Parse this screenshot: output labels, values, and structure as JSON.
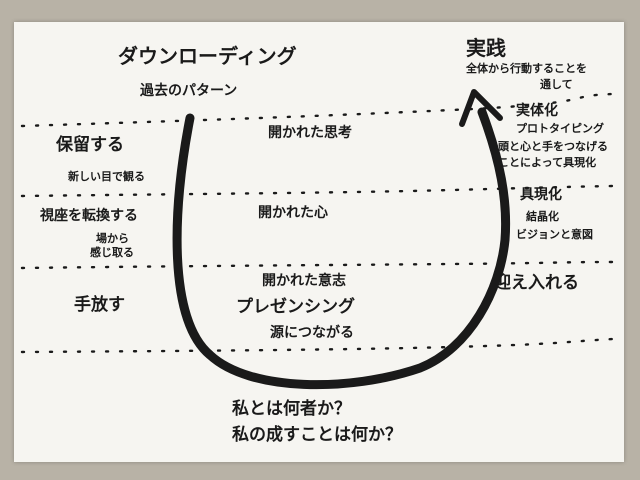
{
  "top_left": {
    "title": "ダウンローディング",
    "subtitle": "過去のパターン"
  },
  "top_right": {
    "title": "実践",
    "subtitle_line1": "全体から行動することを",
    "subtitle_line2": "通して"
  },
  "left_steps": [
    {
      "main": "保留する",
      "sub1": "新しい目で観る",
      "sub2": ""
    },
    {
      "main": "視座を転換する",
      "sub1": "場から",
      "sub2": "感じ取る"
    },
    {
      "main": "手放す",
      "sub1": "",
      "sub2": ""
    }
  ],
  "center_levels": [
    {
      "line1": "開かれた思考",
      "line2": "",
      "line3": ""
    },
    {
      "line1": "開かれた心",
      "line2": "",
      "line3": ""
    },
    {
      "line1": "開かれた意志",
      "line2": "プレゼンシング",
      "line3": "源につながる"
    }
  ],
  "right_steps": [
    {
      "main": "実体化",
      "sub1": "プロトタイピング",
      "sub2": "頭と心と手をつなげる",
      "sub3": "ことによって具現化"
    },
    {
      "main": "具現化",
      "sub1": "結晶化",
      "sub2": "ビジョンと意図",
      "sub3": ""
    },
    {
      "main": "迎え入れる",
      "sub1": "",
      "sub2": "",
      "sub3": ""
    }
  ],
  "bottom": {
    "line1": "私とは何者か？",
    "line2": "私の成すことは何か？"
  },
  "colors": {
    "ink": "#1a1a1a",
    "paper": "#f6f5f1",
    "background": "#b8b2a6"
  }
}
